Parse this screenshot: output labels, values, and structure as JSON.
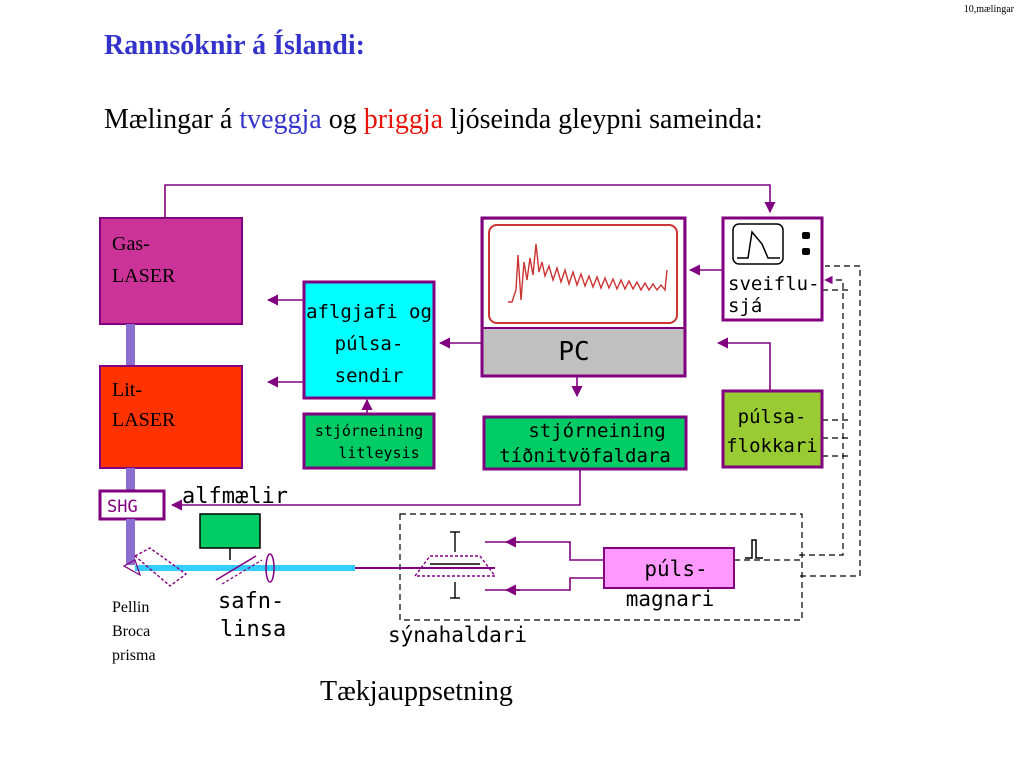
{
  "slide_number": "10,mælingar",
  "title": "Rannsóknir á Íslandi:",
  "subtitle": {
    "before": "Mælingar á ",
    "word1": "tveggja",
    "middle": " og ",
    "word2": "þriggja",
    "after": " ljóseinda gleypni sameinda:"
  },
  "diagram": {
    "gas_laser": [
      "Gas-",
      "LASER"
    ],
    "lit_laser": [
      "Lit-",
      "LASER"
    ],
    "shg": "SHG",
    "alfmaelir": "alfmælir",
    "power_supply": [
      "aflgjafi og",
      "púlsa-",
      "sendir"
    ],
    "color_control": [
      "stjórneining",
      "litleysis"
    ],
    "pc": "PC",
    "multiplier_control": [
      "stjórneining",
      "tíðnitvöfaldara"
    ],
    "oscilloscope": [
      "sveiflu-",
      "sjá"
    ],
    "pulse_sorter": [
      "púlsa-",
      "flokkari"
    ],
    "pulse_amplifier": [
      "púls-",
      "magnari"
    ],
    "sample_holder": "sýnahaldari",
    "collection_lens": [
      "safn-",
      "linsa"
    ],
    "pellin_broca": [
      "Pellin",
      "Broca",
      "prisma"
    ]
  },
  "colors": {
    "title": "#3333cc",
    "highlight_red": "#e8140a",
    "gas_laser": "#cc3399",
    "lit_laser": "#ff3300",
    "frame": "#800080",
    "power_supply": "#00ffff",
    "control_units": "#00cc66",
    "pc_panel": "#c0c0c0",
    "pulse_sorter": "#99cc33",
    "pulse_amplifier": "#ff99ff",
    "beam": "#33ccff"
  },
  "caption": "Tækjauppsetning"
}
